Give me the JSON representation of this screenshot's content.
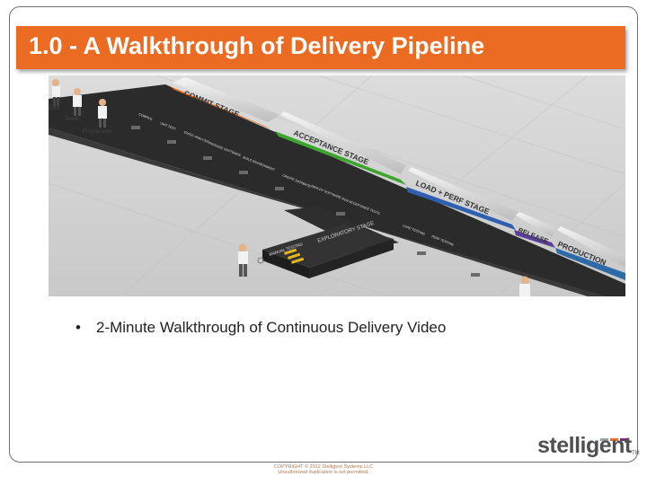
{
  "slide": {
    "title": "1.0 - A Walkthrough of Delivery Pipeline",
    "bullet": "2-Minute Walkthrough of Continuous Delivery Video",
    "bullet_symbol": "•"
  },
  "diagram": {
    "roles": [
      "DBA",
      "Tester",
      "Programmer"
    ],
    "stages": [
      {
        "label": "COMMIT STAGE",
        "color": "#e96b1f"
      },
      {
        "label": "ACCEPTANCE STAGE",
        "color": "#3ba52e"
      },
      {
        "label": "LOAD + PERF STAGE",
        "color": "#2e5fb0"
      },
      {
        "label": "RELEASE",
        "color": "#5b3e9c"
      },
      {
        "label": "PRODUCTION",
        "color": "#2d6ba8"
      }
    ],
    "steps": [
      "COMPILE",
      "UNIT TEST",
      "STATIC ANALYSIS",
      "PACKAGE SOFTWARE",
      "BUILD ENVIRONMENT",
      "CREATE DATABASE",
      "DEPLOY SOFTWARE",
      "RUN ACCEPTANCE TESTS",
      "LOAD TESTING",
      "PERF TESTING"
    ],
    "exploratory_label": "EXPLORATORY STAGE",
    "manual_label": "MANUAL TESTING"
  },
  "logo": {
    "name": "stelligent",
    "tm": "TM",
    "bar_colors": [
      "#9aa3a8",
      "#e96b1f",
      "#7a2a7a"
    ]
  },
  "footer": {
    "copyright": "COPYRIGHT © 2012 Stelligent Systems LLC",
    "notice": "Unauthorized duplication is not permitted."
  }
}
